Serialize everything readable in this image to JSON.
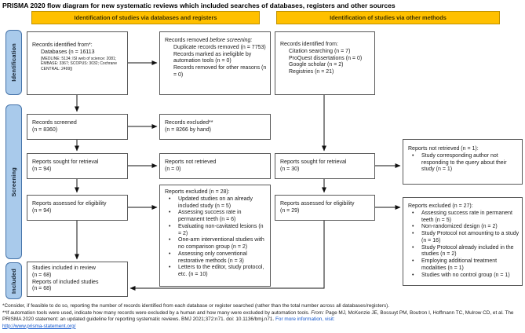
{
  "title": "PRISMA 2020 flow diagram for new systematic reviews which included searches of databases, registers and other sources",
  "banners": {
    "databases": "Identification of studies via databases and registers",
    "other": "Identification of studies via other methods"
  },
  "phases": {
    "identification": "Identification",
    "screening": "Screening",
    "included": "Included"
  },
  "col1": {
    "identified": {
      "title": "Records identified from*:",
      "db_line": "Databases (n = 16113",
      "db_detail": "[MEDLINE: 5134; ISI web of science: 2081; EMBASE: 3367; SCOPUS: 3032; Cochrane CENTRAL: 2499])"
    },
    "screened": {
      "line1": "Records screened",
      "line2": "(n = 8360)"
    },
    "sought": {
      "line1": "Reports sought for retrieval",
      "line2": "(n = 94)"
    },
    "assessed": {
      "line1": "Reports assessed for eligibility",
      "line2": "(n = 94)"
    },
    "included": {
      "line1": "Studies included in review",
      "line2": "(n = 68)",
      "line3": "Reports of included studies",
      "line4": "(n = 68)"
    }
  },
  "col2": {
    "removed": {
      "title_pre": "Records removed ",
      "title_italic": "before screening:",
      "items": [
        "Duplicate records removed (n = 7753)",
        "Records marked as ineligible by automation tools (n = 0)",
        "Records removed for other reasons (n = 0)"
      ]
    },
    "excluded": {
      "line1": "Records excluded**",
      "line2": "(n = 8266 by hand)"
    },
    "not_retrieved": {
      "line1": "Reports not retrieved",
      "line2": "(n = 0)"
    },
    "reports_excluded": {
      "title": "Reports excluded (n = 28):",
      "items": [
        "Updated studies on an already included study (n = 5)",
        "Assessing success rate in permanent teeth (n = 6)",
        "Evaluating non-cavitated lesions (n = 2)",
        "One-arm interventional studies with no comparison group (n = 2)",
        "Assessing only conventional restorative methods (n = 3)",
        "Letters to the editor, study protocol, etc. (n = 10)"
      ]
    }
  },
  "col3": {
    "identified": {
      "title": "Records identified from:",
      "items": [
        "Citation searching (n = 7)",
        "ProQuest dissertations (n = 0)",
        "Google scholar (n = 2)",
        "Registries (n = 21)"
      ]
    },
    "sought": {
      "line1": "Reports sought for retrieval",
      "line2": "(n = 30)"
    },
    "assessed": {
      "line1": "Reports assessed for eligibility",
      "line2": "(n = 29)"
    }
  },
  "col4": {
    "not_retrieved": {
      "title": "Reports not retrieved (n = 1):",
      "items": [
        "Study corresponding author not responding to the query about their study (n = 1)"
      ]
    },
    "reports_excluded": {
      "title": "Reports excluded (n = 27):",
      "items": [
        "Assessing success rate in permanent teeth (n = 5)",
        "Non-randomized design (n = 2)",
        "Study Protocol not amounting to a study (n = 16)",
        "Study Protocol already included in the studies (n = 2)",
        "Employing additional treatment modalities (n = 1)",
        "Studies with no control group (n = 1)"
      ]
    }
  },
  "footer": {
    "note1": "*Consider, if feasible to do so, reporting the number of records identified from each database or register searched (rather than the total number across all databases/registers).",
    "note2": "**If automation tools were used, indicate how many records were excluded by a human and how many were excluded by automation tools. ",
    "from_label": "From:",
    "citation": "  Page MJ, McKenzie JE, Bossuyt PM, Boutron I, Hoffmann TC, Mulrow CD, et al. The PRISMA 2020 statement: an updated guideline for reporting systematic reviews. BMJ 2021;372:n71. doi: 10.1136/bmj.n71. ",
    "more_info": "For more information, visit:",
    "url": "http://www.prisma-statement.org/"
  },
  "colors": {
    "banner_fill": "#FFC000",
    "banner_border": "#BF9000",
    "sidebar_fill": "#A9CAEB",
    "sidebar_border": "#4472A8",
    "box_border": "#595959",
    "link_blue": "#1155CC"
  }
}
